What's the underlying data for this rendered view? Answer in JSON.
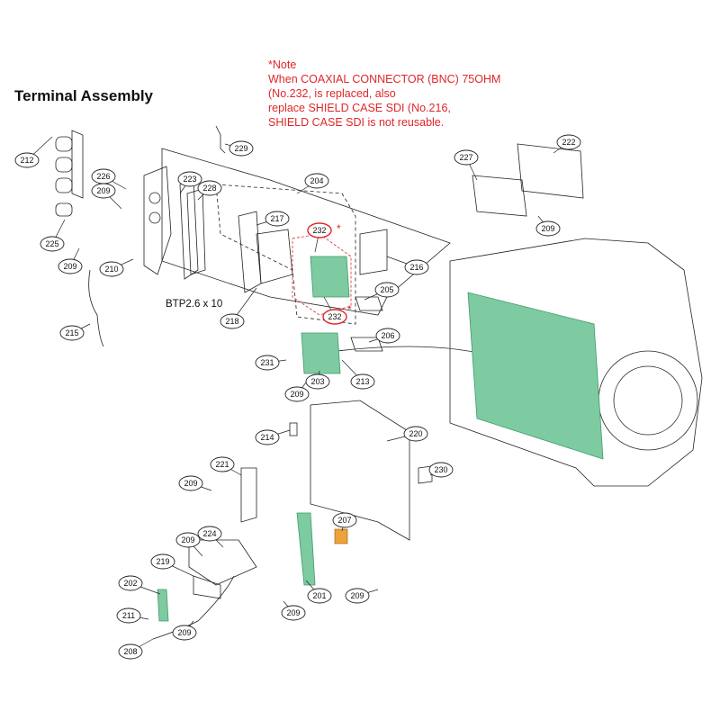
{
  "title": "Terminal Assembly",
  "note": {
    "lines": [
      "*Note",
      "When COAXIAL CONNECTOR (BNC) 75OHM",
      "(No.232, is replaced, also",
      "replace SHIELD CASE SDI (No.216,",
      "SHIELD CASE SDI is not reusable."
    ],
    "color": "#e0262a"
  },
  "screw_label": "BTP2.6 x 10",
  "highlight_part": "232",
  "highlight_marker": "*",
  "callouts": [
    "212",
    "226",
    "209",
    "225",
    "209",
    "210",
    "215",
    "229",
    "223",
    "228",
    "204",
    "217",
    "232",
    "216",
    "232",
    "205",
    "218",
    "206",
    "231",
    "203",
    "213",
    "209",
    "214",
    "220",
    "221",
    "230",
    "209",
    "224",
    "209",
    "219",
    "202",
    "211",
    "209",
    "208",
    "207",
    "201",
    "209",
    "209",
    "227",
    "222",
    "209"
  ],
  "colors": {
    "pcb": "#7ecba1",
    "pcb_dark": "#3e9a6b",
    "line": "#222222",
    "note": "#e0262a",
    "part_orange": "#f0a23a"
  }
}
